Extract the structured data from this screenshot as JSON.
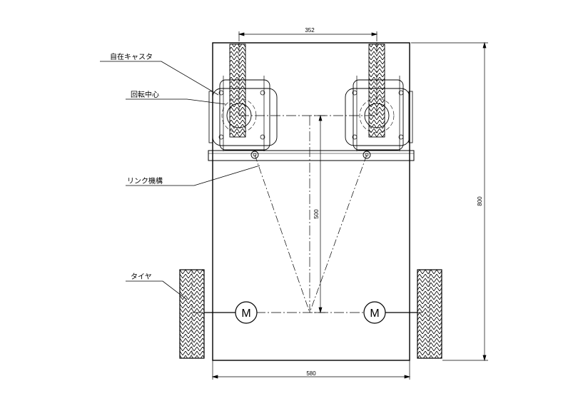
{
  "labels": {
    "caster": "自在キャスタ",
    "pivot_center": "回転中心",
    "link_mechanism": "リンク機構",
    "tire": "タイヤ"
  },
  "dimensions": {
    "caster_spacing": "352",
    "caster_to_axle": "500",
    "body_width": "580",
    "body_length": "800"
  },
  "motors": {
    "left": "M",
    "right": "M"
  }
}
